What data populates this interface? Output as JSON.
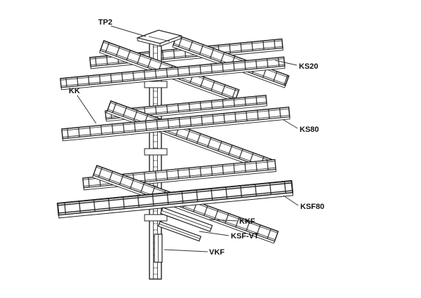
{
  "diagram": {
    "type": "isometric-technical-illustration",
    "subject": "cable-ladder-support-system-on-vertical-post",
    "labels": {
      "tp2": "TP2",
      "ks20": "KS20",
      "kk": "KK",
      "ks80": "KS80",
      "ksf80": "KSF80",
      "kkf": "KKF",
      "ksf_vt": "KSF-VT",
      "vkf": "VKF"
    },
    "colors": {
      "background": "#ffffff",
      "line": "#222222",
      "label_text": "#111111"
    }
  }
}
